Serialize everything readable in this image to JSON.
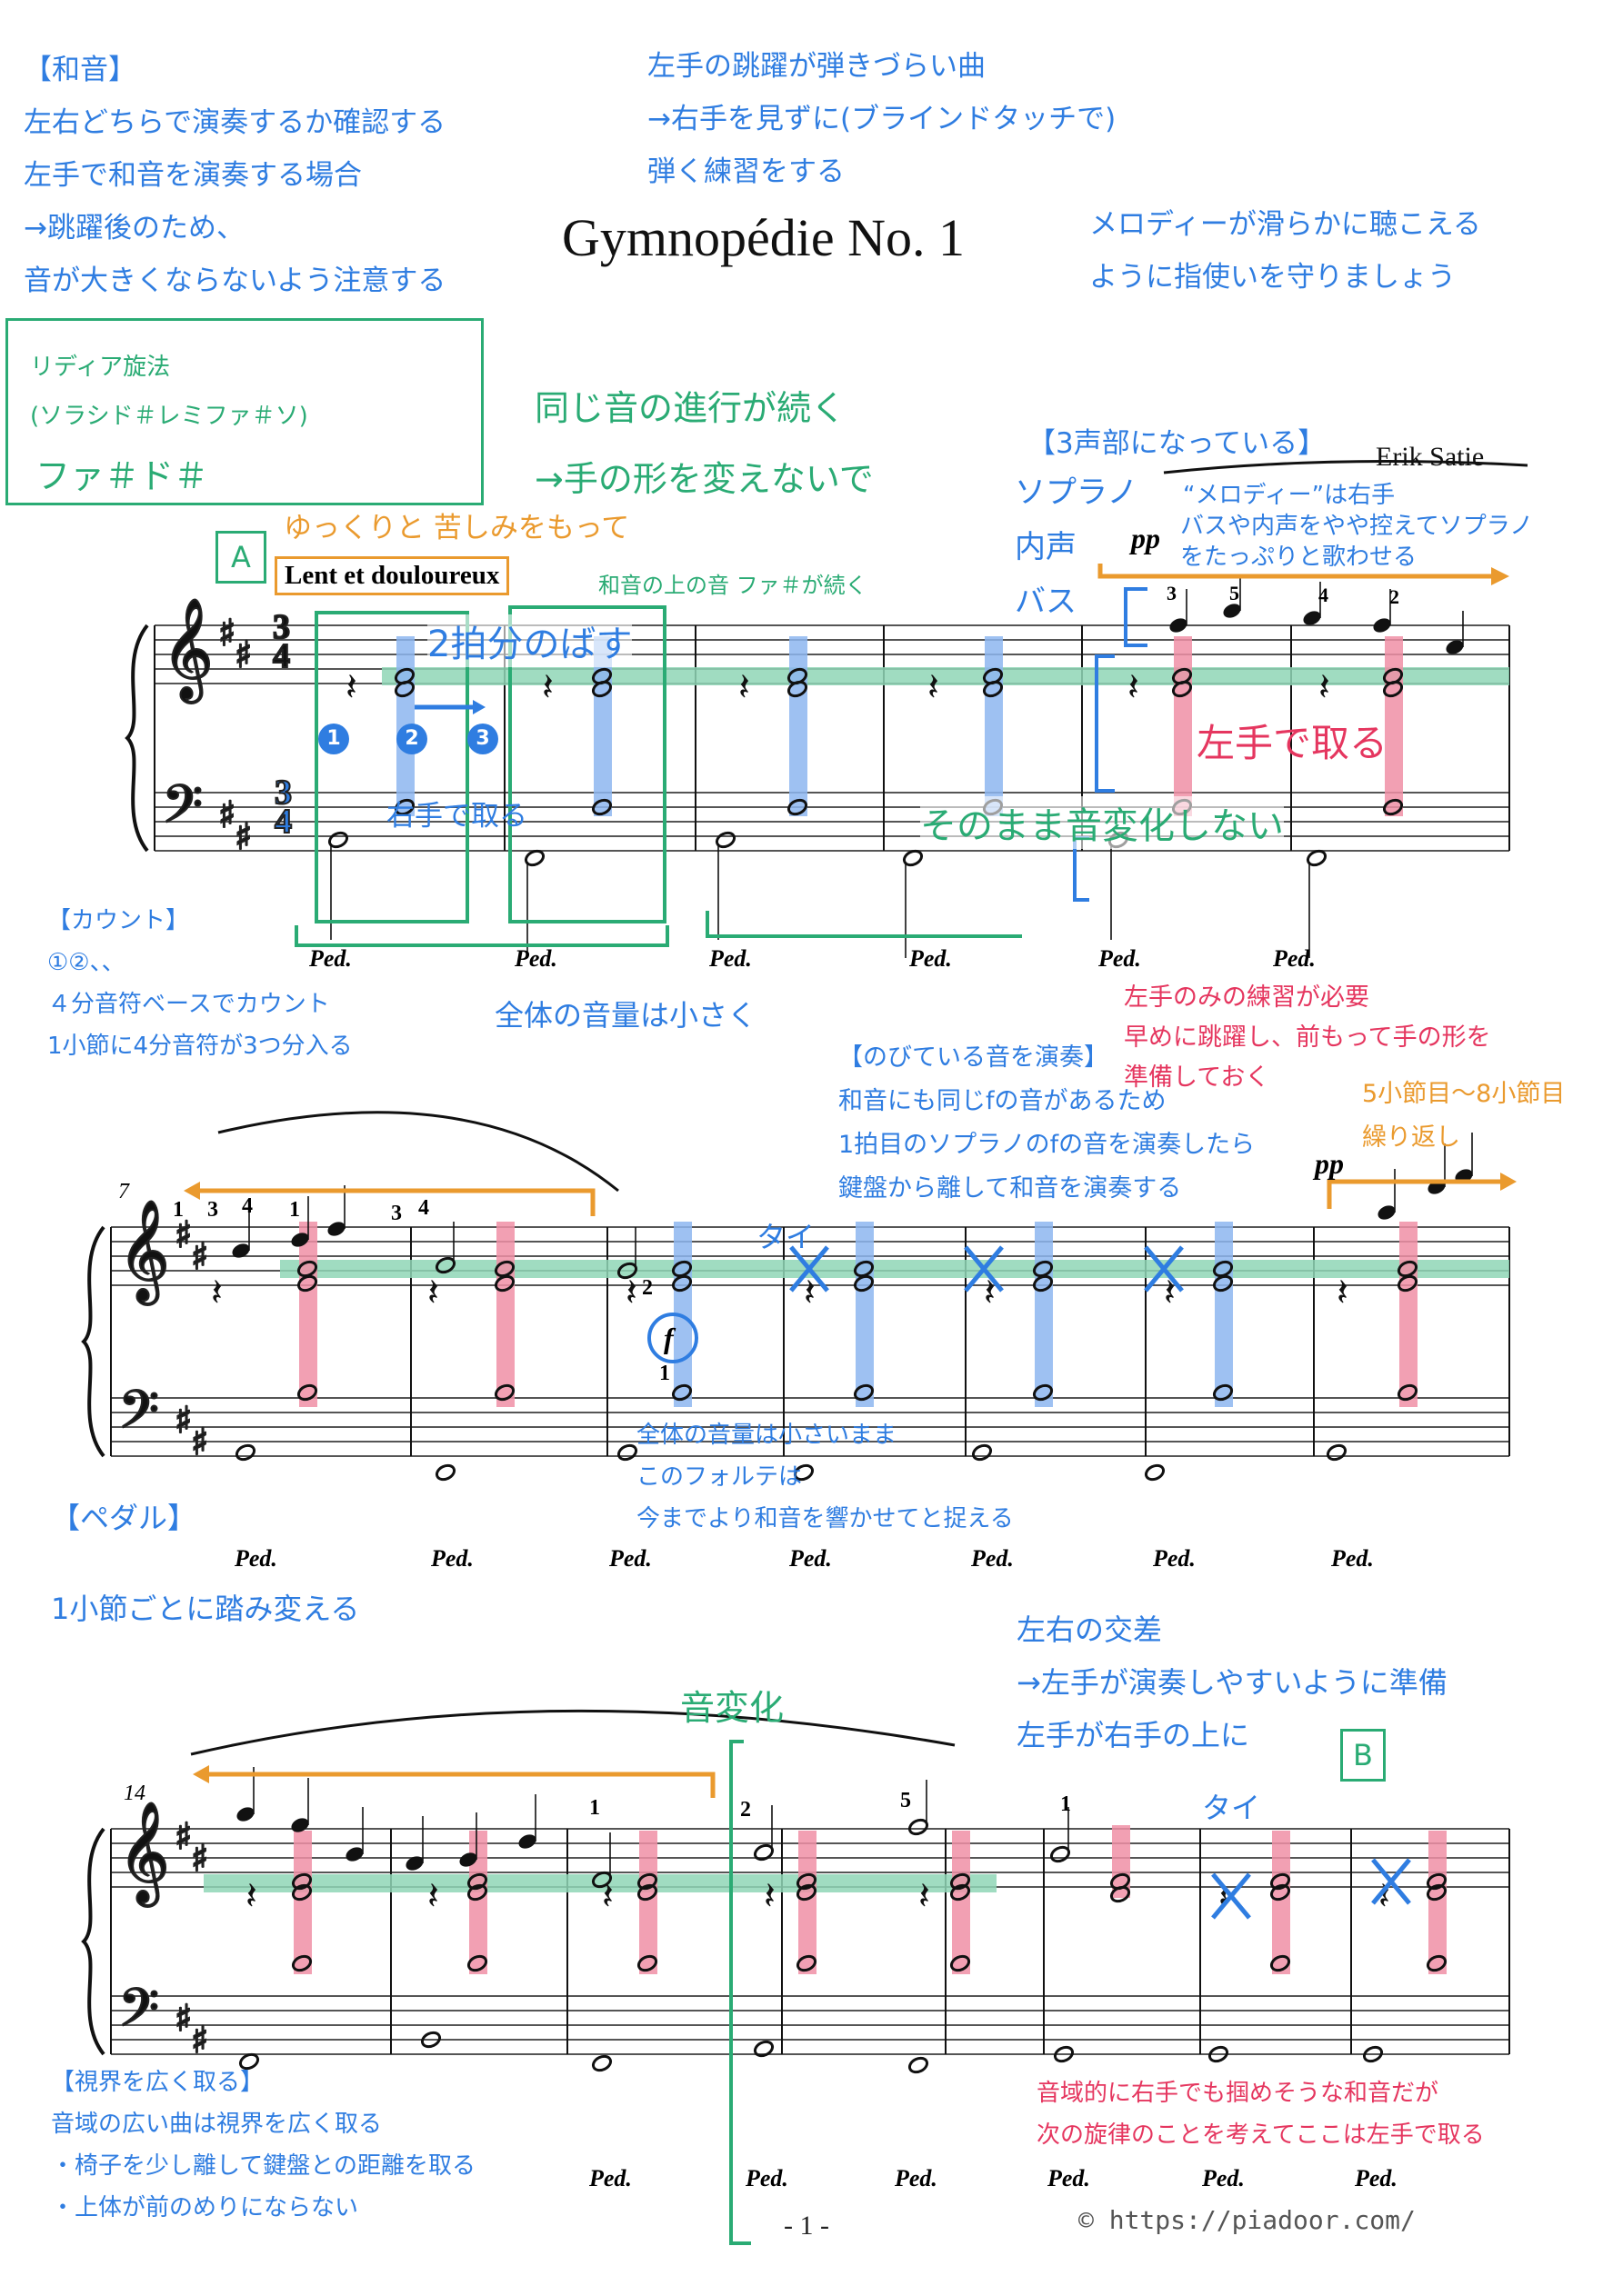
{
  "title": "Gymnopédie No. 1",
  "composer": "Erik Satie",
  "tempo_marking": "Lent et douloureux",
  "page_number": "- 1 -",
  "copyright": "© https://piadoor.com/",
  "section_labels": {
    "a": "A",
    "b": "B"
  },
  "measure_numbers": {
    "system2": "7",
    "system3": "14"
  },
  "dynamics": {
    "pp": "pp",
    "f": "f",
    "pp2": "pp"
  },
  "pedal_mark": "Ped.",
  "count_markers": [
    "1",
    "2",
    "3"
  ],
  "fingerings": {
    "s1": [
      "3",
      "5",
      "4",
      "2"
    ],
    "s2": [
      "1",
      "3",
      "4",
      "1",
      "3",
      "4",
      "2",
      "1"
    ],
    "s3": [
      "1",
      "2",
      "5",
      "1"
    ]
  },
  "annotations": {
    "chord_note": {
      "heading": "【和音】",
      "lines": [
        "左右どちらで演奏するか確認する",
        "左手で和音を演奏する場合",
        "→跳躍後のため、",
        "音が大きくならないよう注意する"
      ]
    },
    "leap_note": {
      "lines": [
        "左手の跳躍が弾きづらい曲",
        "→右手を見ずに(ブラインドタッチで)",
        "弾く練習をする"
      ]
    },
    "fingering_note": {
      "lines": [
        "メロディーが滑らかに聴こえる",
        "ように指使いを守りましょう"
      ]
    },
    "lydian_box": {
      "line1": "リディア旋法",
      "line2": "(ソラシド＃レミファ＃ソ)",
      "line3": "ファ＃ド＃"
    },
    "same_progression": {
      "lines": [
        "同じ音の進行が続く",
        "→手の形を変えないで"
      ]
    },
    "tempo_jp": "ゆっくりと 苦しみをもって",
    "top_note_fsharp": "和音の上の音 ファ＃が続く",
    "three_voices": {
      "heading": "【3声部になっている】",
      "voices": [
        "ソプラノ",
        "内声",
        "バス"
      ]
    },
    "melody_right": {
      "lines": [
        "“メロディー”は右手",
        "バスや内声をやや控えてソプラノ",
        "をたっぷりと歌わせる"
      ]
    },
    "two_beats": "2拍分のばす",
    "right_hand_take": "右手で取る",
    "left_hand_take": "左手で取る",
    "no_change": "そのまま音変化しない",
    "left_only_practice": {
      "lines": [
        "左手のみの練習が必要",
        "早めに跳躍し、前もって手の形を",
        "準備しておく"
      ]
    },
    "count": {
      "heading": "【カウント】",
      "lines": [
        "①②、、",
        "４分音符ベースでカウント",
        "1小節に4分音符が3つ分入る"
      ]
    },
    "overall_volume": "全体の音量は小さく",
    "sustained": {
      "heading": "【のびている音を演奏】",
      "lines": [
        "和音にも同じfの音があるため",
        "1拍目のソプラノのfの音を演奏したら",
        "鍵盤から離して和音を演奏する"
      ]
    },
    "repeat": {
      "lines": [
        "5小節目〜8小節目",
        "繰り返し"
      ]
    },
    "tie": "タイ",
    "forte_note": {
      "lines": [
        "全体の音量は小さいまま",
        "このフォルテは",
        "今までより和音を響かせてと捉える"
      ]
    },
    "pedal": {
      "heading": "【ペダル】",
      "lines": [
        "1小節ごとに踏み変える"
      ]
    },
    "cross_hands": {
      "lines": [
        "左右の交差",
        "→左手が演奏しやすいように準備",
        "左手が右手の上に"
      ]
    },
    "note_change": "音変化",
    "tie2": "タイ",
    "wide_view": {
      "heading": "【視界を広く取る】",
      "lines": [
        "音域の広い曲は視界を広く取る",
        "・椅子を少し離して鍵盤との距離を取る",
        "・上体が前のめりにならない"
      ]
    },
    "left_hand_choice": {
      "lines": [
        "音域的に右手でも掴めそうな和音だが",
        "次の旋律のことを考えてここは左手で取る"
      ]
    }
  },
  "colors": {
    "blue": "#2f7de1",
    "green": "#2aab74",
    "orange": "#ea9a2e",
    "red": "#e5365f",
    "hl_blue": "#8db6f0",
    "hl_green": "#8fd6b6",
    "hl_red": "#f08fa6"
  }
}
